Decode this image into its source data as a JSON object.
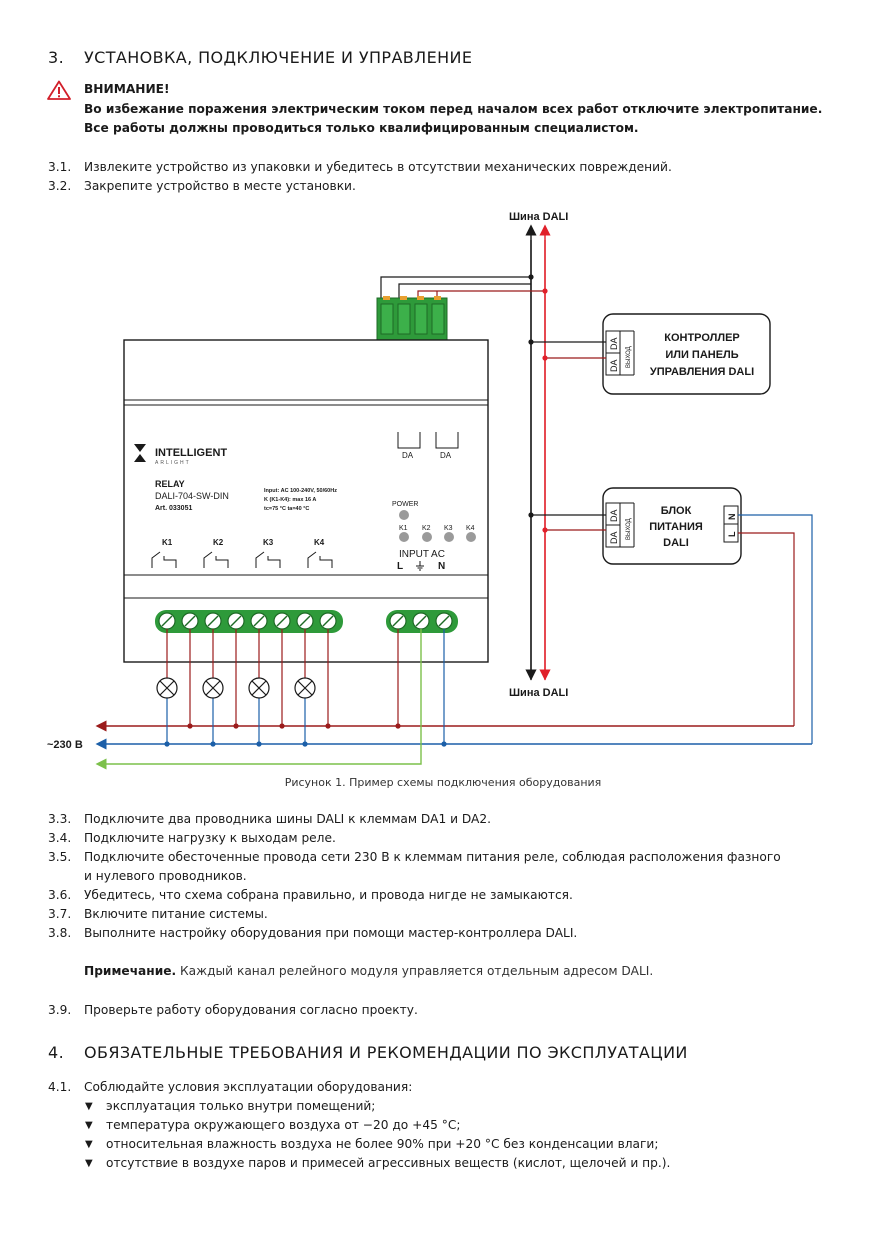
{
  "section3": {
    "number": "3.",
    "title": "УСТАНОВКА, ПОДКЛЮЧЕНИЕ И УПРАВЛЕНИЕ"
  },
  "warning": {
    "title": "ВНИМАНИЕ!",
    "line1": "Во избежание поражения электрическим током перед началом всех работ отключите электропитание.",
    "line2": "Все работы должны проводиться только квалифицированным специалистом."
  },
  "steps_a": [
    {
      "num": "3.1.",
      "text": "Извлеките устройство из упаковки и убедитесь в отсутствии механических повреждений."
    },
    {
      "num": "3.2.",
      "text": "Закрепите устройство в месте установки."
    }
  ],
  "diagram": {
    "bus_top": "Шина DALI",
    "bus_bottom": "Шина DALI",
    "controller": [
      "КОНТРОЛЛЕР",
      "ИЛИ ПАНЕЛЬ",
      "УПРАВЛЕНИЯ DALI"
    ],
    "psu": [
      "БЛОК",
      "ПИТАНИЯ",
      "DALI"
    ],
    "port_da": "DA",
    "port_out": "ВЫХОД",
    "port_n": "N",
    "port_l": "L",
    "brand": "INTELLIGENT",
    "brand_sub": "ARLIGHT",
    "device_name": "RELAY",
    "device_model": "DALI-704-SW-DIN",
    "device_art": "Art. 033051",
    "spec1": "Input: AC 100-240V, 50/60Hz",
    "spec2": "K (K1-K4): max 16 A",
    "spec3": "tc=75 °C   ta=40 °C",
    "da_labels": [
      "DA",
      "DA"
    ],
    "power_label": "POWER",
    "k_leds": [
      "K1",
      "K2",
      "K3",
      "K4"
    ],
    "relays": [
      "K1",
      "K2",
      "K3",
      "K4"
    ],
    "input_label": "INPUT AC",
    "input_l": "L",
    "input_n": "N",
    "mains_label": "~230 В",
    "colors": {
      "live": "#9b1b1b",
      "neutral": "#1c5fa8",
      "earth": "#7cc04a",
      "bus_red": "#e0202a",
      "terminal": "#2e9a3a"
    }
  },
  "caption": "Рисунок 1. Пример схемы подключения оборудования",
  "steps_b": [
    {
      "num": "3.3.",
      "text": "Подключите два проводника шины DALI к клеммам DA1 и DA2."
    },
    {
      "num": "3.4.",
      "text": "Подключите нагрузку к выходам реле."
    },
    {
      "num": "3.5.",
      "text": "Подключите обесточенные провода сети 230 В к клеммам питания реле, соблюдая расположения фазного",
      "text2": "и нулевого проводников."
    },
    {
      "num": "3.6.",
      "text": "Убедитесь, что схема собрана правильно, и провода нигде не замыкаются."
    },
    {
      "num": "3.7.",
      "text": "Включите питание системы."
    },
    {
      "num": "3.8.",
      "text": "Выполните настройку оборудования при помощи мастер-контроллера DALI."
    }
  ],
  "note": {
    "label": "Примечание.",
    "text": " Каждый канал релейного модуля управляется отдельным адресом DALI."
  },
  "step_39": {
    "num": "3.9.",
    "text": "Проверьте работу оборудования согласно проекту."
  },
  "section4": {
    "number": "4.",
    "title": "ОБЯЗАТЕЛЬНЫЕ ТРЕБОВАНИЯ И РЕКОМЕНДАЦИИ ПО ЭКСПЛУАТАЦИИ"
  },
  "step_41": {
    "num": "4.1.",
    "text": "Соблюдайте условия эксплуатации оборудования:"
  },
  "bullet_marker": "▼",
  "bullets": [
    "эксплуатация только внутри помещений;",
    "температура окружающего воздуха от −20 до +45 °C;",
    "относительная влажность воздуха не более 90% при +20 °C без конденсации влаги;",
    "отсутствие в воздухе паров и примесей агрессивных веществ (кислот, щелочей и пр.)."
  ]
}
